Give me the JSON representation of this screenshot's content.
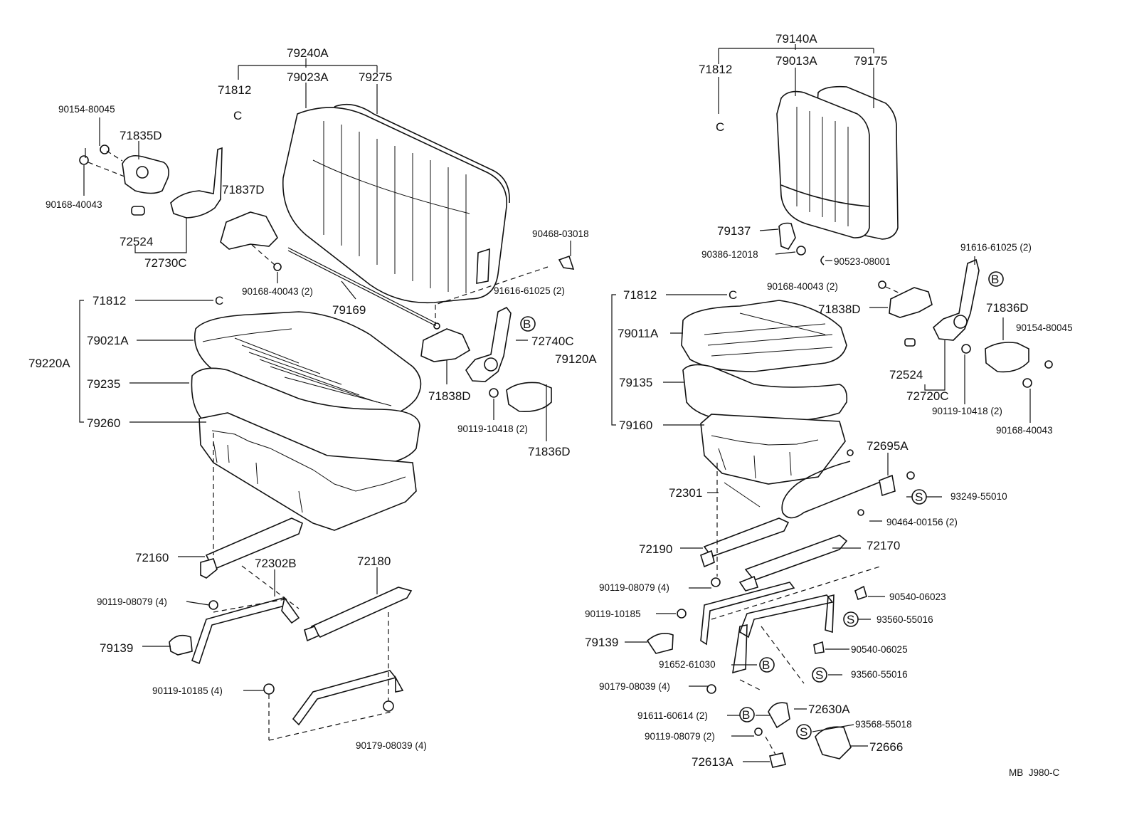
{
  "labels": {
    "l79240A": "79240A",
    "l79023A": "79023A",
    "l79275": "79275",
    "l71812a": "71812",
    "l90154a": "90154-80045",
    "l71835D": "71835D",
    "l90168a": "90168-40043",
    "l72524a": "72524",
    "l72730C": "72730C",
    "l71837D": "71837D",
    "l90168b": "90168-40043 (2)",
    "l79169": "79169",
    "l90468": "90468-03018",
    "l91616a": "91616-61025 (2)",
    "l72740C": "72740C",
    "l71838Da": "71838D",
    "l90119a": "90119-10418 (2)",
    "l71836Da": "71836D",
    "l71812b": "71812",
    "l79021A": "79021A",
    "l79220A": "79220A",
    "l79235": "79235",
    "l79260": "79260",
    "l72160": "72160",
    "l72302B": "72302B",
    "l72180": "72180",
    "l90119b": "90119-08079 (4)",
    "l79139a": "79139",
    "l90119c": "90119-10185 (4)",
    "l90179a": "90179-08039 (4)",
    "l79140A": "79140A",
    "l79013A": "79013A",
    "l79175": "79175",
    "l71812c": "71812",
    "l79137": "79137",
    "l90386": "90386-12018",
    "l90523": "90523-08001",
    "l91616b": "91616-61025 (2)",
    "l90168c": "90168-40043 (2)",
    "l71838Db": "71838D",
    "l71836Db": "71836D",
    "l90154b": "90154-80045",
    "l72524b": "72524",
    "l72720C": "72720C",
    "l90119d": "90119-10418 (2)",
    "l90168d": "90168-40043",
    "l71812d": "71812",
    "l79011A": "79011A",
    "l79120A": "79120A",
    "l79135": "79135",
    "l79160": "79160",
    "l72695A": "72695A",
    "l72301": "72301",
    "l93249": "93249-55010",
    "l90464": "90464-00156 (2)",
    "l72190": "72190",
    "l72170": "72170",
    "l90119e": "90119-08079 (4)",
    "l90540a": "90540-06023",
    "l90119f": "90119-10185",
    "l93560a": "93560-55016",
    "l79139b": "79139",
    "l90540b": "90540-06025",
    "l91652": "91652-61030",
    "l93560b": "93560-55016",
    "l90179b": "90179-08039 (4)",
    "l91611": "91611-60614 (2)",
    "l72630A": "72630A",
    "l93568": "93568-55018",
    "l90119g": "90119-08079 (2)",
    "l72666": "72666",
    "l72613A": "72613A",
    "clipC": "C",
    "badgeB": "B",
    "badgeS": "S",
    "footer": "MB  J980-C"
  }
}
